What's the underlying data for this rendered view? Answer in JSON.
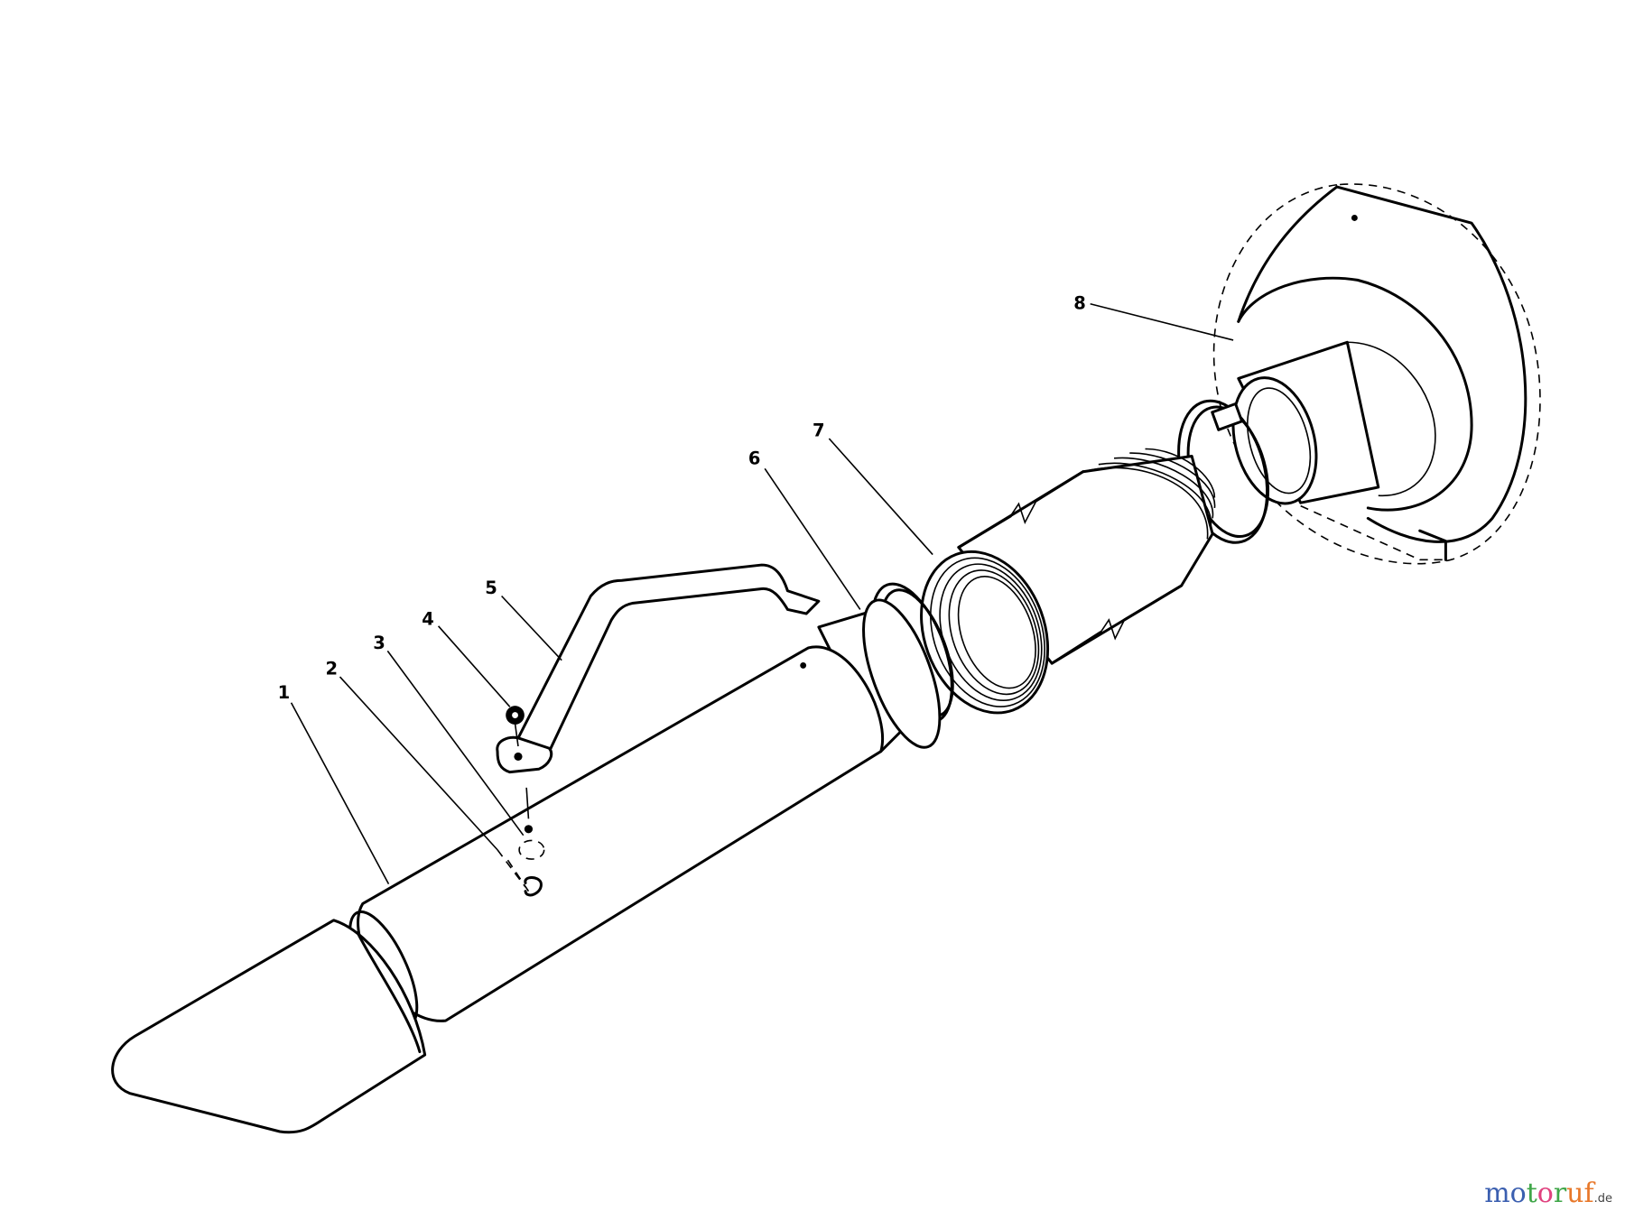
{
  "diagram": {
    "type": "exploded parts diagram",
    "callouts": [
      "1",
      "2",
      "3",
      "4",
      "5",
      "6",
      "7",
      "8"
    ]
  },
  "watermark": {
    "text": "motoruf",
    "suffix": ".de",
    "letter_colors": [
      "#3b5fb0",
      "#3b5fb0",
      "#3fa648",
      "#e0427f",
      "#3fa648",
      "#e8782a",
      "#e8782a",
      "#f2c21b"
    ]
  }
}
